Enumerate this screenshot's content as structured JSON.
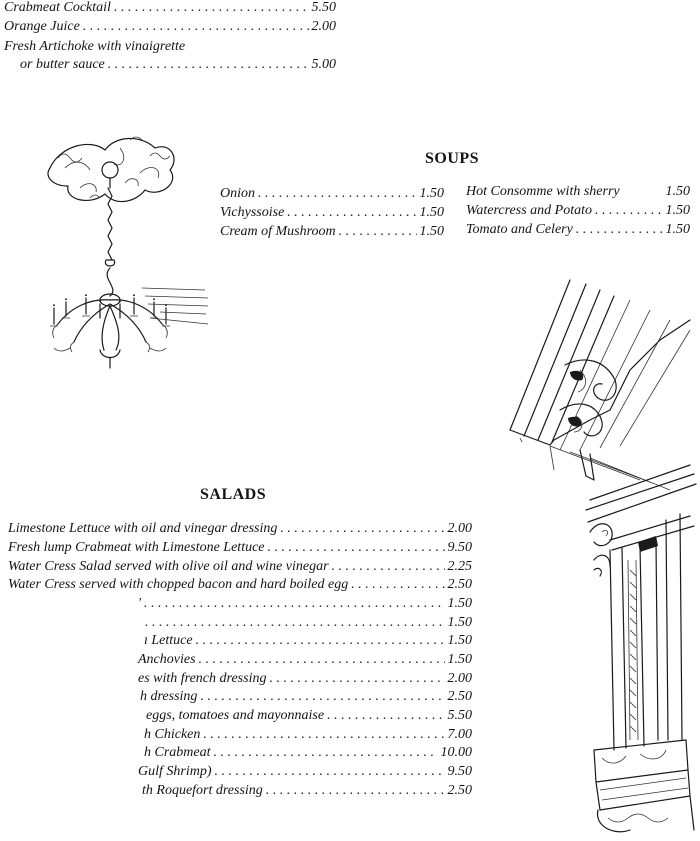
{
  "appetizers": [
    {
      "name": "Crabmeat Cocktail",
      "price": "5.50"
    },
    {
      "name": "Orange Juice",
      "price": "2.00"
    },
    {
      "name": "Fresh Artichoke with vinaigrette",
      "price": ""
    },
    {
      "name": "or butter sauce",
      "price": "5.00"
    }
  ],
  "soups": {
    "title": "SOUPS",
    "left": [
      {
        "name": "Onion",
        "price": "1.50"
      },
      {
        "name": "Vichyssoise",
        "price": "1.50"
      },
      {
        "name": "Cream of Mushroom",
        "price": "1.50"
      }
    ],
    "right": [
      {
        "name": "Hot Consomme with sherry",
        "price": "1.50"
      },
      {
        "name": "Watercress and Potato",
        "price": "1.50"
      },
      {
        "name": "Tomato and Celery",
        "price": "1.50"
      }
    ]
  },
  "salads": {
    "title": "SALADS",
    "items": [
      {
        "name": "Limestone Lettuce with oil and vinegar dressing",
        "price": "2.00"
      },
      {
        "name": "Fresh lump Crabmeat with Limestone Lettuce",
        "price": "9.50"
      },
      {
        "name": "Water Cress Salad served with olive oil and wine vinegar",
        "price": "2.25"
      },
      {
        "name": "Water Cress served with chopped bacon and hard boiled egg",
        "price": "2.50"
      },
      {
        "name": "'",
        "price": "1.50"
      },
      {
        "name": "",
        "price": "1.50"
      },
      {
        "name": "ı Lettuce",
        "price": "1.50"
      },
      {
        "name": "Anchovies",
        "price": "1.50"
      },
      {
        "name": "es with french dressing",
        "price": "2.00"
      },
      {
        "name": "h dressing",
        "price": "2.50"
      },
      {
        "name": "eggs, tomatoes and mayonnaise",
        "price": "5.50"
      },
      {
        "name": "h Chicken",
        "price": "7.00"
      },
      {
        "name": "h Crabmeat",
        "price": "10.00"
      },
      {
        "name": "Gulf Shrimp)",
        "price": "9.50"
      },
      {
        "name": "th Roquefort dressing",
        "price": "2.50"
      }
    ]
  },
  "illustrations": {
    "chandelier": "chandelier-illustration",
    "column": "architectural-column-illustration"
  }
}
